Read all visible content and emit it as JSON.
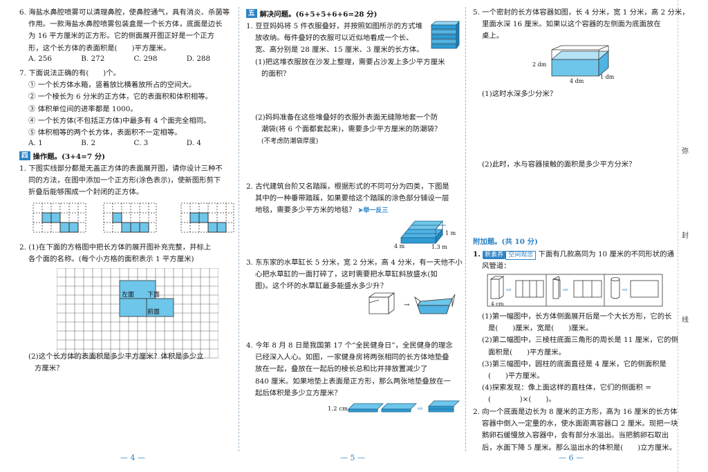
{
  "col1": {
    "q6": [
      "6. 海盐水鼻腔喷雾可以清理鼻腔，使鼻腔通气，具有消炎、杀菌等",
      "作用。一款海盐水鼻腔喷雾包装盒是一个长方体，底面是边长",
      "为 16 平方厘米的正方形。它的侧面展开图正好是一个正方",
      "形，这个长方体的表面积是(　　)平方厘米。"
    ],
    "q6_opts": [
      "A. 256",
      "B. 272",
      "C. 298",
      "D. 288"
    ],
    "q7": "7. 下面说法正确的有(　　)个。",
    "q7_items": [
      "① 一个长方体水箱，竖着放比横着放所占的空间大。",
      "② 一个棱长为 6 分米的正方体，它的表面积和体积相等。",
      "③ 体积单位间的进率都是 1000。",
      "④ 一个长方体(不包括正方体)中最多有 4 个面完全相同。",
      "⑤ 体积相等的两个长方体，表面积不一定相等。"
    ],
    "q7_opts": [
      "A. 1",
      "B. 2",
      "C. 3",
      "D. 4"
    ],
    "sec4_num": "四",
    "sec4_title": "操作题。(3+4=7 分)",
    "s4q1": [
      "1. 下图实线部分都是无盖正方体的表面展开图，请你设计三种不",
      "同的方法，在图中添加一个正方形(涂色表示)，使新图形剪下",
      "折叠后能够围成一个封闭的正方体。"
    ],
    "s4q2": [
      "2. (1)在下面的方格图中把长方体的展开图补充完整，并标上",
      "各个面的名称。(每个小方格的面积表示 1 平方厘米)"
    ],
    "face_labels": [
      "左面",
      "下面",
      "前面"
    ],
    "s4q2b": [
      "(2)这个长方体的表面积是多少平方厘米？体积是多少立",
      "方厘米？"
    ],
    "page": "— 4 —"
  },
  "col2": {
    "sec5_num": "五",
    "sec5_title": "解决问题。(6+5+5+6+6=28 分)",
    "q1": [
      "1. 豆豆妈妈将 5 件衣服叠好，并按照如图所示的方式堆",
      "放收纳。每件叠好的衣服可以近似地看成一个长、",
      "宽、高分别是 28 厘米、15 厘米、3 厘米的长方体。"
    ],
    "q1a": [
      "(1)把这堆衣服放在沙发上整理，需要占沙发上多少平方厘米",
      "的面积？"
    ],
    "q1b": [
      "(2)妈妈准备在这些堆叠好的衣服外表面无缝隙地套一个防",
      "潮袋(将 6 个面都套起来)，需要多少平方厘米的防潮袋？",
      "(不考虑防潮袋厚度)"
    ],
    "q2": [
      "2. 古代建筑台阶又名踏蹊，根据形式的不同可分为四类，下图是",
      "其中的一种垂带踏蹊，如果要给这个踏蹊的涂色部分铺设一层",
      "地毯，需要多少平方米的地毯？"
    ],
    "q2_link": "➤举一反三",
    "stair_labels": [
      "1 m",
      "4 m",
      "1.3 m"
    ],
    "q3": [
      "3. 东东家的水草缸长 5 分米，宽 2 分米，高 4 分米，有一天他不小",
      "心把水草缸的一面打碎了，这时需要把水草缸斜放盛水(如",
      "图)。这个坏的水草缸最多能盛水多少升？"
    ],
    "q4": [
      "4. 今年 8 月 8 日是我国第 17 个“全民健身日”，全民健身的理念",
      "已经深入人心。如图，一家健身房将两张相同的长方体地垫叠",
      "放在一起，叠放在一起后的棱长总和比并排放置减少了",
      "840 厘米。如果地垫上表面是正方形，那么两张地垫叠放在一",
      "起后体积是多少立方厘米？"
    ],
    "mat_label": "1.2 cm",
    "page": "— 5 —"
  },
  "col3": {
    "q5": [
      "5. 一个密封的长方体容器如图，长 4 分米，宽 1 分米，高 2 分米，",
      "里面水深 16 厘米。如果以这个容器的左侧面为底面放在",
      "桌上。"
    ],
    "tank_labels": [
      "2 dm",
      "4 dm",
      "1 dm"
    ],
    "q5a": "(1)这时水深多少分米？",
    "q5b": "(2)此时，水与容器接触的面积是多少平方分米？",
    "extra_title": "附加题。(共 10 分)",
    "e1_tag1": "新素养",
    "e1_tag2": "空间观念",
    "e1": [
      "下面有几款高同为 10 厘米的不同形状的通",
      "风管道："
    ],
    "duct_label": "4 cm",
    "e1a": [
      "(1)第一幅图中，长方体侧面展开后是一个大长方形，它的长",
      "是(　　)厘米，宽是(　　)厘米。"
    ],
    "e1b": [
      "(2)第二幅图中，三棱柱底面三角形的周长是 11 厘米，它的侧",
      "面积是(　　)平方厘米。"
    ],
    "e1c": [
      "(3)第三幅图中，圆柱的底面直径是 4 厘米，它的侧面积是",
      "(　　)平方厘米。"
    ],
    "e1d": [
      "(4)探索发现：像上面这样的直柱体，它们的侧面积 =",
      "(　　　　)×(　　)。"
    ],
    "e2": [
      "2. 向一个底面是边长为 8 厘米的正方形，高为 16 厘米的长方体",
      "容器中倒入一定量的水，使水面距离容器口 2 厘米。现把一块",
      "鹅卵石缓慢放入容器中，会有部分水溢出。当把鹅卵石取出",
      "后，水面下降 5 厘米。那么溢出水的体积是(　　)立方厘米。"
    ],
    "page": "— 6 —"
  },
  "margin": [
    "弥",
    "封",
    "线"
  ],
  "colors": {
    "accent": "#2d83c5",
    "fill": "#6ec6ea"
  }
}
